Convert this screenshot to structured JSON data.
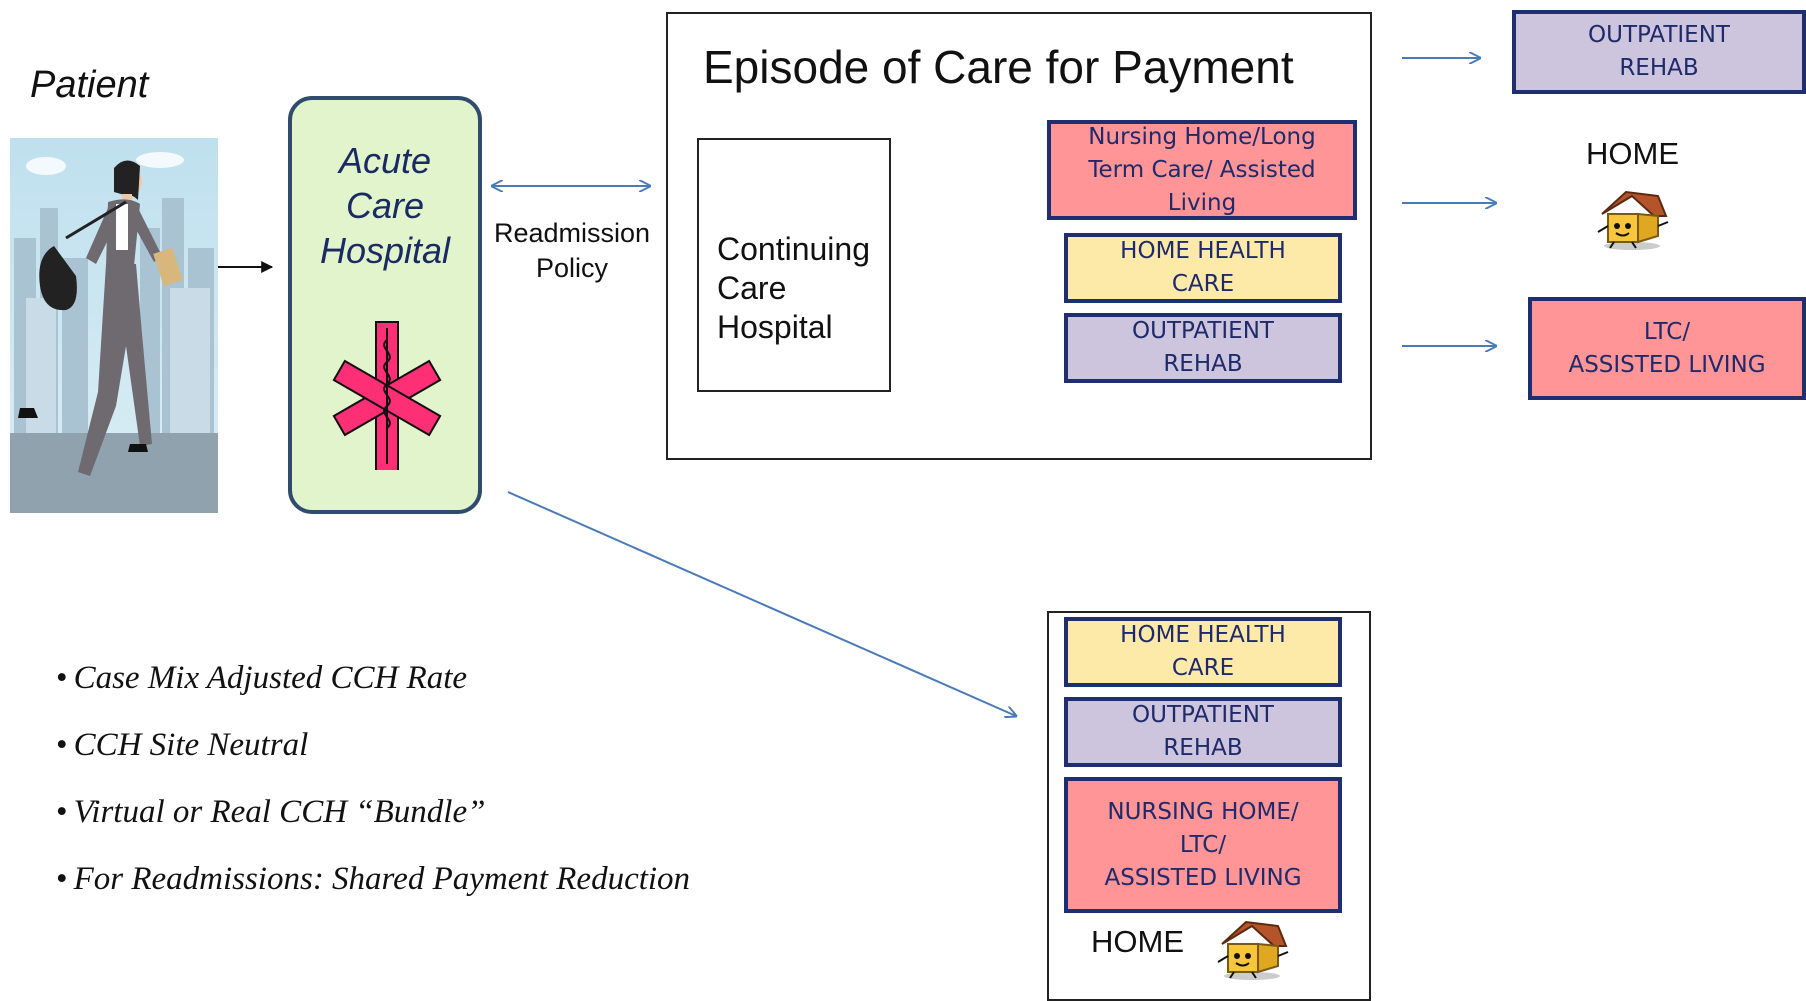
{
  "patient": {
    "label": "Patient"
  },
  "acute": {
    "line1": "Acute",
    "line2": "Care",
    "line3": "Hospital"
  },
  "readmission": {
    "line1": "Readmission",
    "line2": "Policy"
  },
  "episode": {
    "title": "Episode of Care for Payment"
  },
  "cch": {
    "line1": "Continuing",
    "line2": "Care",
    "line3": "Hospital"
  },
  "episode_boxes": {
    "nursing": [
      "Nursing Home/Long",
      "Term Care/ Assisted",
      "Living"
    ],
    "home_health": [
      "HOME HEALTH",
      "CARE"
    ],
    "outpatient": [
      "OUTPATIENT",
      "REHAB"
    ]
  },
  "right_column": {
    "outpatient": [
      "OUTPATIENT",
      "REHAB"
    ],
    "home_label": "HOME",
    "ltc": [
      "LTC/",
      "ASSISTED LIVING"
    ]
  },
  "lower_boxes": {
    "home_health": [
      "HOME HEALTH",
      "CARE"
    ],
    "outpatient": [
      "OUTPATIENT",
      "REHAB"
    ],
    "nursing": [
      "NURSING HOME/",
      "LTC/",
      "ASSISTED LIVING"
    ],
    "home_label": "HOME"
  },
  "bullets": [
    "Case Mix Adjusted CCH Rate",
    "CCH Site Neutral",
    "Virtual or Real CCH “Bundle”",
    "For Readmissions: Shared Payment Reduction"
  ],
  "colors": {
    "pink": "#ff9596",
    "yellow": "#fde9a8",
    "lavender": "#cdc4dd",
    "navy": "#1f2e6e",
    "arrow": "#4a7ab8",
    "acute_bg": "#e2f4cc"
  },
  "icons": [
    "patient-illustration",
    "star-of-life-icon",
    "house-mascot-icon"
  ]
}
